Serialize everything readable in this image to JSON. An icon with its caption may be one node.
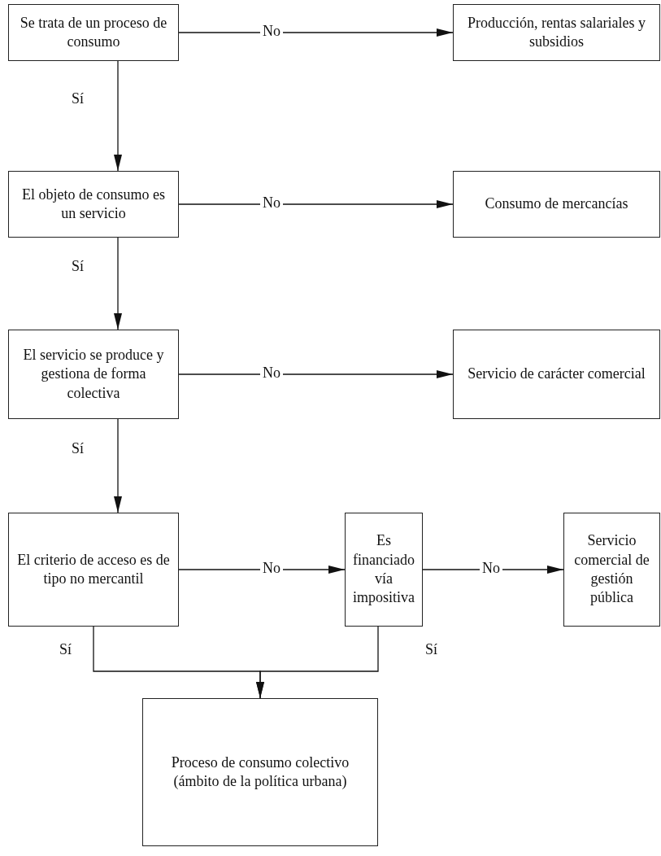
{
  "diagram": {
    "nodes": [
      {
        "text": [
          "Se trata de un proceso de consumo"
        ]
      },
      {
        "text": [
          "Producción, rentas salariales y subsidios"
        ]
      },
      {
        "text": [
          "El objeto de consumo es un servicio"
        ]
      },
      {
        "text": [
          "Consumo de mercancías"
        ]
      },
      {
        "text": [
          "El servicio se produce y gestiona de forma colectiva"
        ]
      },
      {
        "text": [
          "Servicio de carácter comercial"
        ]
      },
      {
        "text": [
          "El criterio de acceso es de tipo no mercantil"
        ]
      },
      {
        "text": [
          "Es financiado vía impositiva"
        ]
      },
      {
        "text": [
          "Servicio comercial de gestión pública"
        ]
      },
      {
        "text": [
          "Proceso de consumo colectivo (ámbito de la política urbana)"
        ]
      }
    ],
    "edges": [
      {
        "from": 0,
        "to": 1,
        "arrow": "to",
        "label": "No"
      },
      {
        "from": 0,
        "to": 2,
        "arrow": "to",
        "label": "Sí"
      },
      {
        "from": 2,
        "to": 3,
        "arrow": "to",
        "label": "No"
      },
      {
        "from": 2,
        "to": 4,
        "arrow": "to",
        "label": "Sí"
      },
      {
        "from": 4,
        "to": 5,
        "arrow": "to",
        "label": "No"
      },
      {
        "from": 4,
        "to": 6,
        "arrow": "to",
        "label": "Sí"
      },
      {
        "from": 6,
        "to": 7,
        "arrow": "to",
        "label": "No"
      },
      {
        "from": 7,
        "to": 8,
        "arrow": "to",
        "label": "No"
      },
      {
        "from": 6,
        "to": 9,
        "arrow": "to",
        "label": "Sí"
      },
      {
        "from": 7,
        "to": 9,
        "arrow": "to",
        "label": "Sí"
      }
    ]
  }
}
